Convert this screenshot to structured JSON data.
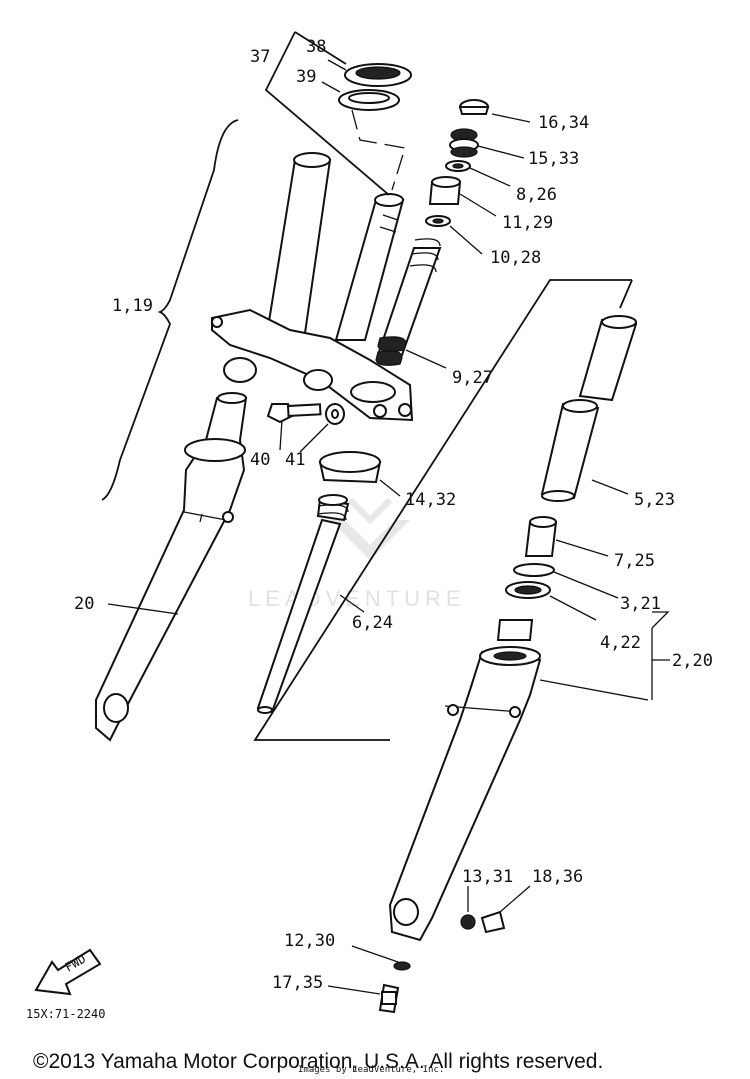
{
  "callouts": {
    "c37": "37",
    "c38": "38",
    "c39": "39",
    "c16_34": "16,34",
    "c15_33": "15,33",
    "c8_26": "8,26",
    "c11_29": "11,29",
    "c10_28": "10,28",
    "c1_19": "1,19",
    "c9_27": "9,27",
    "c40": "40",
    "c41": "41",
    "c14_32": "14,32",
    "c5_23": "5,23",
    "c7_25": "7,25",
    "c3_21": "3,21",
    "c4_22": "4,22",
    "c2_20": "2,20",
    "c20": "20",
    "c6_24": "6,24",
    "c13_31": "13,31",
    "c18_36": "18,36",
    "c12_30": "12,30",
    "c17_35": "17,35"
  },
  "fwd_label": "FWD",
  "diagram_code": "15X:71-2240",
  "watermark": "LEADVENTURE",
  "copyright": "©2013 Yamaha Motor Corporation, U.S.A. All rights reserved.",
  "overlay_text": "Images by LeadVenture, Inc."
}
